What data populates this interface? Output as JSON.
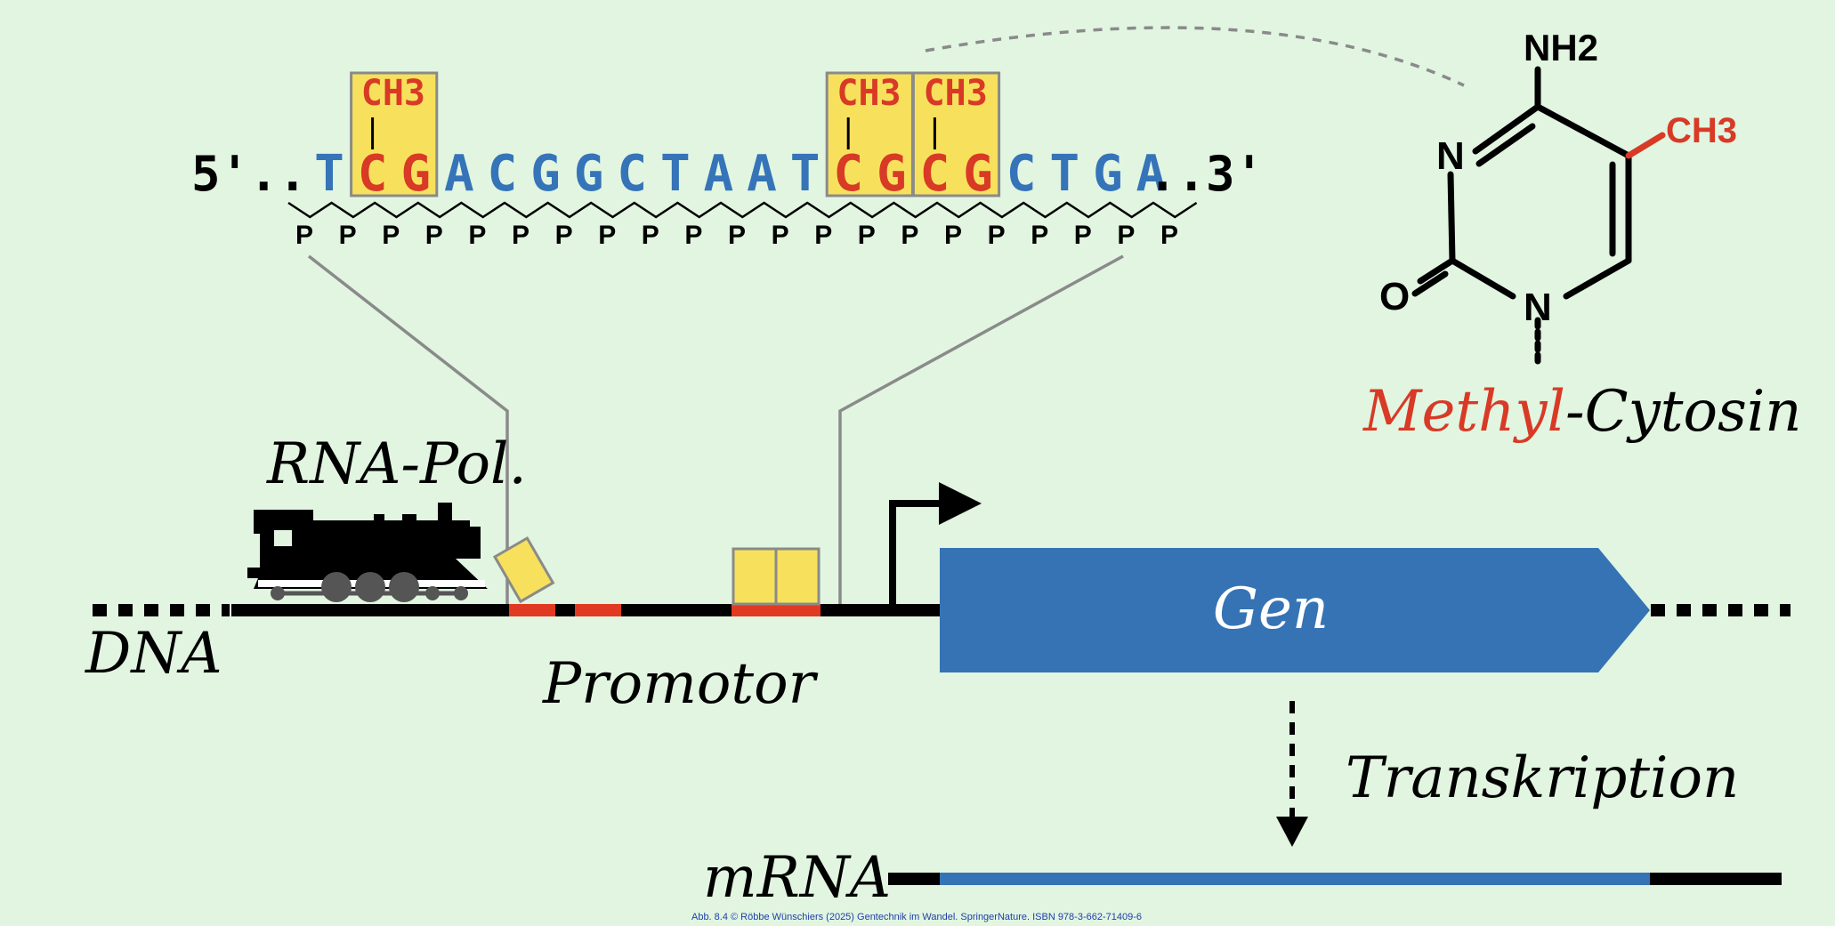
{
  "labels": {
    "five_prime": "5'..",
    "three_prime": "..3'",
    "methyl_group": "CH3",
    "phosphate": "P",
    "rna_pol": "RNA-Pol.",
    "dna": "DNA",
    "promotor": "Promotor",
    "gene": "Gen",
    "transcription": "Transkription",
    "mrna": "mRNA",
    "methyl_word": "Methyl",
    "cytosin_word": "-Cytosin",
    "atom_n": "N",
    "atom_o": "O",
    "amino": "NH2",
    "ch3_struct": "CH3",
    "credit": "Abb. 8.4 © Röbbe Wünschiers (2025) Gentechnik im Wandel. SpringerNature. ISBN 978-3-662-71409-6"
  },
  "sequence": "TCGACGGCTAATCGCGCTGA",
  "methylated_positions": [
    1,
    12,
    14
  ],
  "colors": {
    "background": "#e1f5e1",
    "base_default": "#3574b8",
    "base_methyl_cg": "#d83a26",
    "methyl_box": "#f7e15c",
    "gene": "#3573b5",
    "cpg_mark": "#e03a22",
    "line": "#000000",
    "connector": "#8a8a8a",
    "credit": "#1e3fa8"
  },
  "icons": [
    "locomotive-icon",
    "transcription-start-arrow-icon"
  ]
}
